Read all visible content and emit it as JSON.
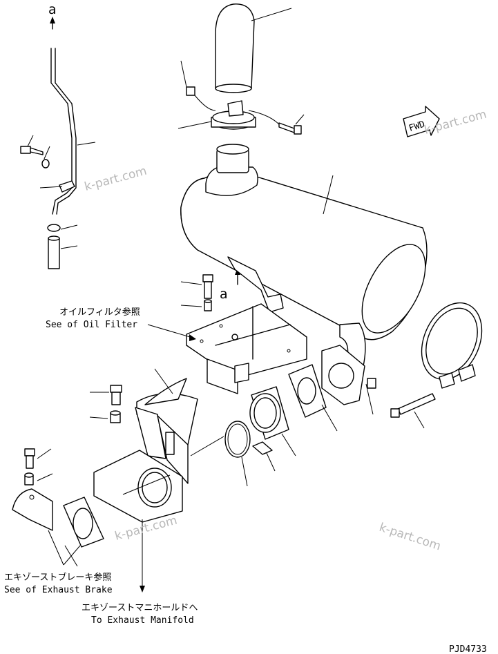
{
  "arrow_label_top": "a",
  "arrow_label_mid": "a",
  "fwd_label": "FWD",
  "labels": {
    "oil_filter_jp": "オイルフィルタ参照",
    "oil_filter_en": "See of Oil Filter",
    "exhaust_brake_jp": "エキゾーストブレーキ参照",
    "exhaust_brake_en": "See of Exhaust Brake",
    "manifold_jp": "エキゾーストマニホールドへ",
    "manifold_en": "To Exhaust Manifold"
  },
  "watermarks": [
    "k-part.com",
    "k-part.com",
    "k-part.com",
    "k-part.com"
  ],
  "drawing_code": "PJD4733"
}
